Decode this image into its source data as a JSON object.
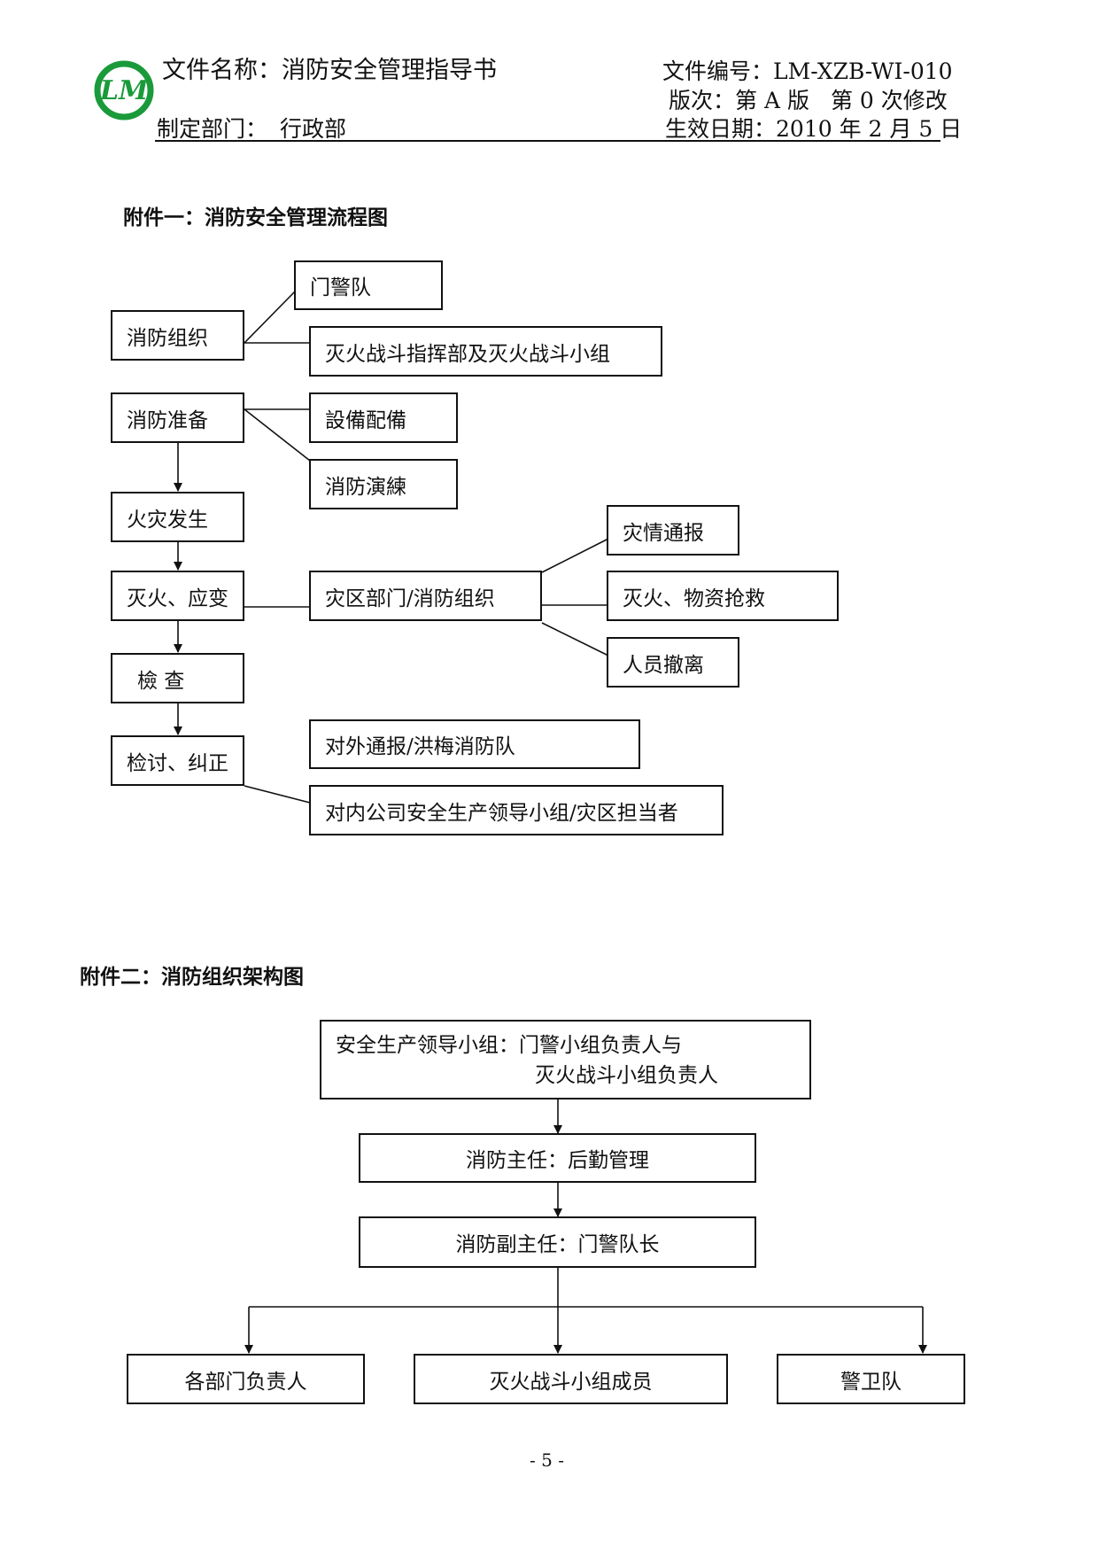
{
  "header": {
    "logo_text": "LM",
    "file_name_label": "文件名称：",
    "file_name": "消防安全管理指导书",
    "department_label": "制定部门：",
    "department": "行政部",
    "file_no_label": "文件编号：",
    "file_no": "LM-XZB-WI-010",
    "version_label": "版次：",
    "version": "第 A 版",
    "revision": "第 0 次修改",
    "effective_label": "生效日期：",
    "effective_date": "2010 年 2 月 5  日"
  },
  "appendix1": {
    "title": "附件一：消防安全管理流程图",
    "boxes": {
      "org": "消防组织",
      "guard": "门警队",
      "command": "灭火战斗指挥部及灭火战斗小组",
      "prep": "消防准备",
      "equip": "設備配備",
      "drill": "消防演練",
      "fire": "火灾发生",
      "respond": "灭火、应变",
      "zone": "灾区部门/消防组织",
      "report": "灾情通报",
      "rescue": "灭火、物资抢救",
      "evac": "人员撤离",
      "check": "檢  查",
      "review": "检讨、纠正",
      "external": "对外通报/洪梅消防队",
      "internal": "对内公司安全生产领导小组/灾区担当者"
    }
  },
  "appendix2": {
    "title": "附件二：消防组织架构图",
    "top_line1": "安全生产领导小组：门警小组负责人与",
    "top_line2": "灭火战斗小组负责人",
    "director": "消防主任：后勤管理",
    "deputy": "消防副主任：门警队长",
    "dept_heads": "各部门负责人",
    "team_members": "灭火战斗小组成员",
    "guards": "警卫队"
  },
  "page_number": "- 5 -",
  "colors": {
    "logo_green": "#1a9a3a",
    "ink": "#111111"
  }
}
